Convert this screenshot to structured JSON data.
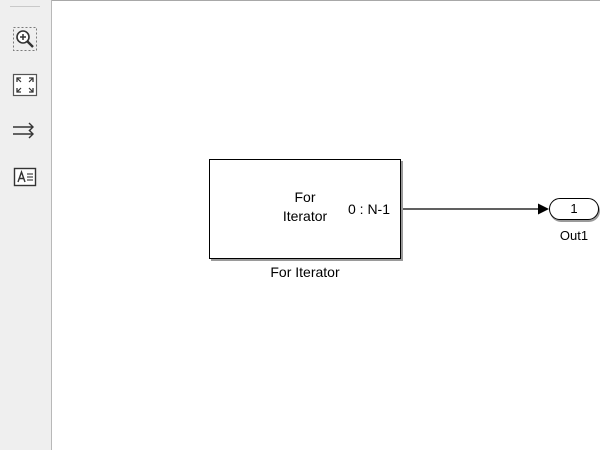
{
  "toolbar": {
    "tools": [
      {
        "icon": "zoom-in-icon"
      },
      {
        "icon": "fit-to-view-icon"
      },
      {
        "icon": "signal-arrows-icon"
      },
      {
        "icon": "annotation-icon"
      }
    ]
  },
  "diagram": {
    "for_iterator_block": {
      "line1": "For",
      "line2": "Iterator",
      "port_label": "0 : N-1",
      "name": "For Iterator"
    },
    "outport": {
      "port_number": "1",
      "name": "Out1"
    }
  }
}
